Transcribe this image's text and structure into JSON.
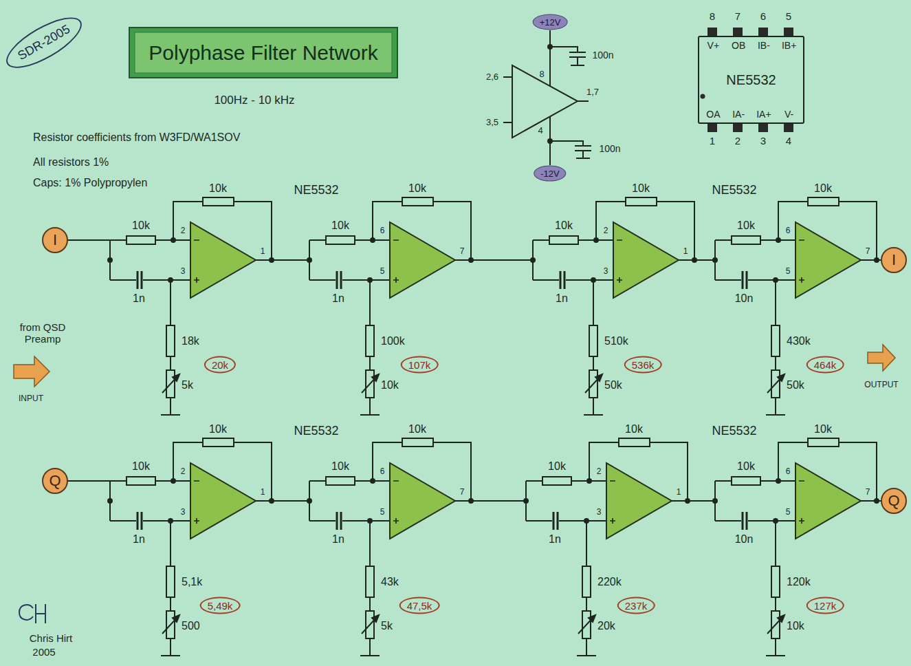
{
  "diagram": {
    "title": "Polyphase Filter Network",
    "nodes": [
      {
        "text": [
          "SDR-2005"
        ]
      },
      {
        "text": [
          "+12V"
        ]
      },
      {
        "text": [
          "V+",
          "OB",
          "IB-",
          "IB+",
          "NE5532",
          "OA",
          "IA-",
          "IA+",
          "V-"
        ]
      },
      {
        "text": [
          "-12V"
        ]
      },
      {
        "text": [
          "I"
        ]
      },
      {
        "text": [
          "I"
        ]
      },
      {
        "text": [
          "20k"
        ]
      },
      {
        "text": [
          "107k"
        ]
      },
      {
        "text": [
          "536k"
        ]
      },
      {
        "text": [
          "464k"
        ]
      },
      {
        "text": [
          "Q"
        ]
      },
      {
        "text": [
          "Q"
        ]
      },
      {
        "text": [
          "5,49k"
        ]
      },
      {
        "text": [
          "47,5k"
        ]
      },
      {
        "text": [
          "237k"
        ]
      },
      {
        "text": [
          "127k"
        ]
      }
    ],
    "labels": [
      "100Hz - 10 kHz",
      "Resistor coefficients from W3FD/WA1SOV",
      "All resistors 1%",
      "Caps: 1% Polypropylen",
      "2,6",
      "3,5",
      "8",
      "1,7",
      "4",
      "100n",
      "100n",
      "8",
      "7",
      "6",
      "5",
      "1",
      "2",
      "3",
      "4",
      "NE5532",
      "NE5532",
      "10k",
      "10k",
      "2",
      "3",
      "1",
      "1n",
      "18k",
      "5k",
      "10k",
      "10k",
      "6",
      "5",
      "7",
      "1n",
      "100k",
      "10k",
      "10k",
      "10k",
      "2",
      "3",
      "1",
      "1n",
      "510k",
      "50k",
      "10k",
      "10k",
      "6",
      "5",
      "7",
      "10n",
      "430k",
      "50k",
      "from QSD Preamp",
      "INPUT",
      "OUTPUT",
      "NE5532",
      "NE5532",
      "10k",
      "10k",
      "2",
      "3",
      "1",
      "1n",
      "5,1k",
      "500",
      "10k",
      "10k",
      "6",
      "5",
      "7",
      "1n",
      "43k",
      "5k",
      "10k",
      "10k",
      "2",
      "3",
      "1",
      "1n",
      "220k",
      "20k",
      "10k",
      "10k",
      "6",
      "5",
      "7",
      "10n",
      "120k",
      "10k",
      "Chris Hirt",
      "2005"
    ]
  }
}
